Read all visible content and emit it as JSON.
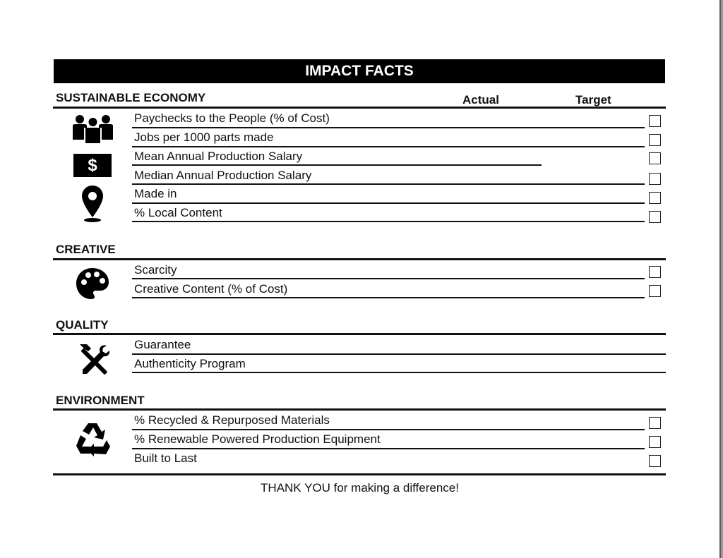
{
  "title": "IMPACT FACTS",
  "columns": {
    "actual": "Actual",
    "target": "Target"
  },
  "sections": {
    "sustainable_economy": {
      "heading": "SUSTAINABLE ECONOMY",
      "icons": [
        "people-icon",
        "dollar-icon",
        "map-pin-icon"
      ],
      "rows": [
        {
          "label": "Paychecks to the People (% of Cost)"
        },
        {
          "label": "Jobs per 1000 parts made"
        },
        {
          "label": "Mean Annual Production Salary"
        },
        {
          "label": "Median Annual Production Salary"
        },
        {
          "label": "Made in"
        },
        {
          "label": "% Local Content"
        }
      ]
    },
    "creative": {
      "heading": "CREATIVE",
      "icons": [
        "palette-icon"
      ],
      "rows": [
        {
          "label": "Scarcity"
        },
        {
          "label": "Creative Content (% of Cost)"
        }
      ]
    },
    "quality": {
      "heading": "QUALITY",
      "icons": [
        "tools-icon"
      ],
      "rows": [
        {
          "label": "Guarantee"
        },
        {
          "label": "Authenticity Program"
        }
      ]
    },
    "environment": {
      "heading": "ENVIRONMENT",
      "icons": [
        "recycle-icon"
      ],
      "rows": [
        {
          "label": "% Recycled & Repurposed Materials"
        },
        {
          "label": "% Renewable Powered Production Equipment"
        },
        {
          "label": "Built to Last"
        }
      ]
    }
  },
  "icon_labels": {
    "dollar": "$"
  },
  "footer": "THANK YOU for making a difference!"
}
